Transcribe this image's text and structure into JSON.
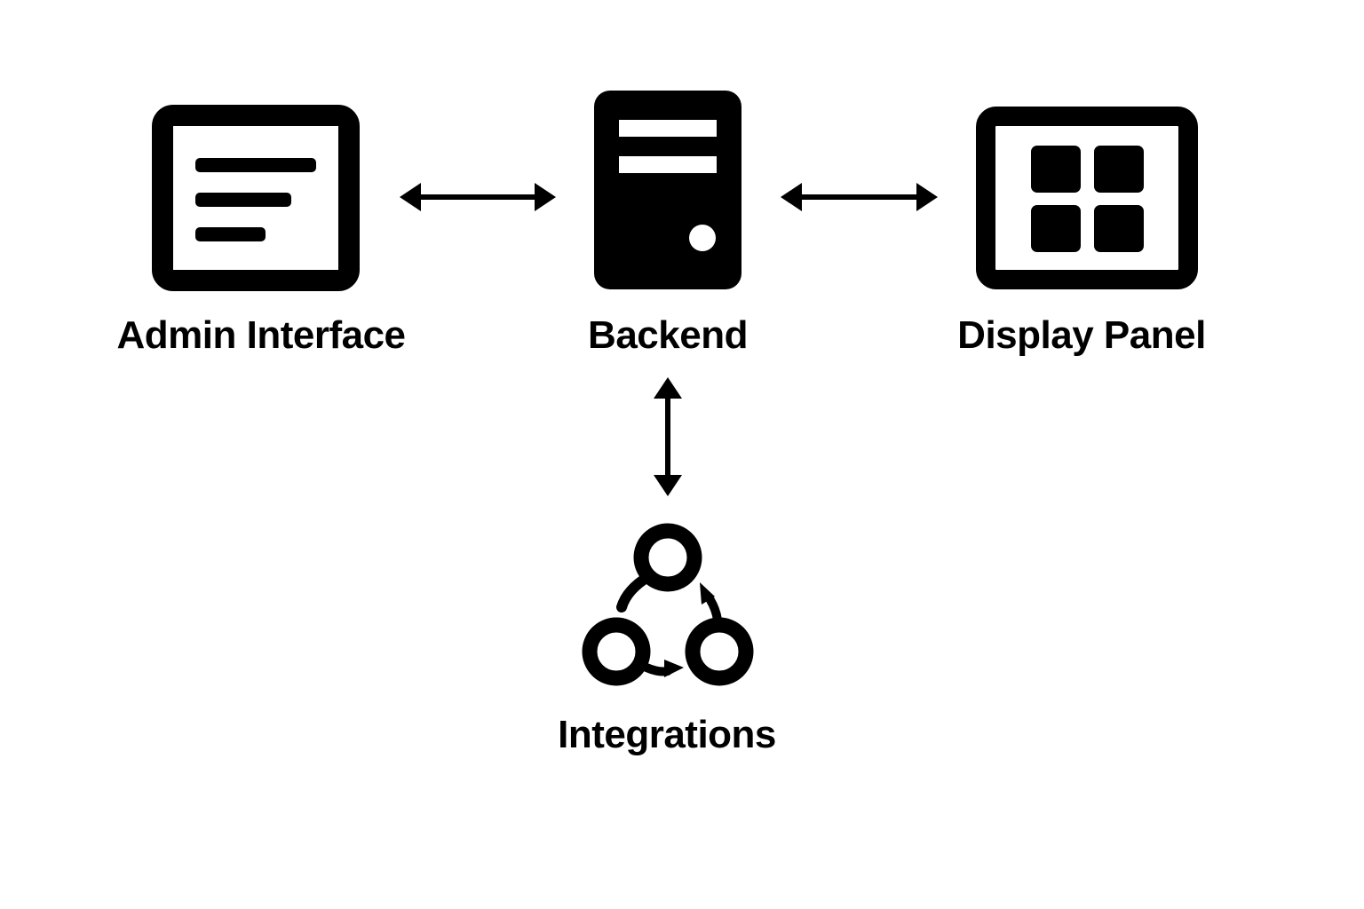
{
  "nodes": {
    "admin": {
      "label": "Admin Interface",
      "icon": "document-window-icon"
    },
    "backend": {
      "label": "Backend",
      "icon": "server-icon"
    },
    "display": {
      "label": "Display Panel",
      "icon": "grid-window-icon"
    },
    "integrations": {
      "label": "Integrations",
      "icon": "connected-nodes-icon"
    }
  },
  "connections": [
    {
      "from": "Admin Interface",
      "to": "Backend",
      "direction": "bidirectional"
    },
    {
      "from": "Backend",
      "to": "Display Panel",
      "direction": "bidirectional"
    },
    {
      "from": "Backend",
      "to": "Integrations",
      "direction": "bidirectional"
    }
  ],
  "colors": {
    "stroke": "#000000",
    "background": "#ffffff"
  }
}
